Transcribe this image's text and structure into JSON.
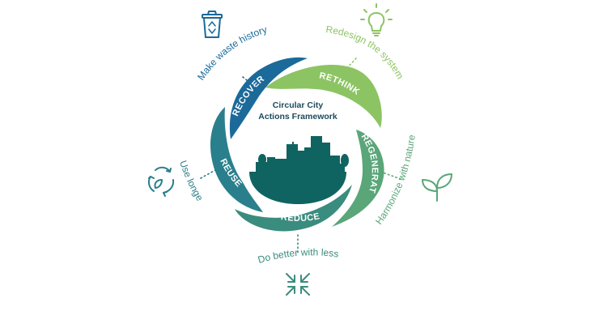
{
  "center": {
    "title_line1": "Circular City",
    "title_line2": "Actions Framework"
  },
  "segments": [
    {
      "id": "recover",
      "label": "RECOVER",
      "color": "#1b6a99",
      "tagline": "Make waste history",
      "icon": "recycle-bin-icon"
    },
    {
      "id": "rethink",
      "label": "RETHINK",
      "color": "#8cc463",
      "tagline": "Redesign the system",
      "icon": "light-bulb-icon"
    },
    {
      "id": "regenerate",
      "label": "REGENERATE",
      "color": "#5aa679",
      "tagline": "Harmonize with nature",
      "icon": "sprout-icon"
    },
    {
      "id": "reduce",
      "label": "REDUCE",
      "color": "#3a8c7e",
      "tagline": "Do better with less",
      "icon": "shrink-arrows-icon"
    },
    {
      "id": "reuse",
      "label": "REUSE",
      "color": "#2a7f8c",
      "tagline": "Use longer",
      "icon": "reuse-leaves-icon"
    }
  ],
  "colors": {
    "city": "#0f6461",
    "recover": "#1b6a99",
    "rethink": "#8cc463",
    "regenerate": "#5aa679",
    "reduce": "#3a8c7e",
    "reuse": "#2a7f8c"
  }
}
